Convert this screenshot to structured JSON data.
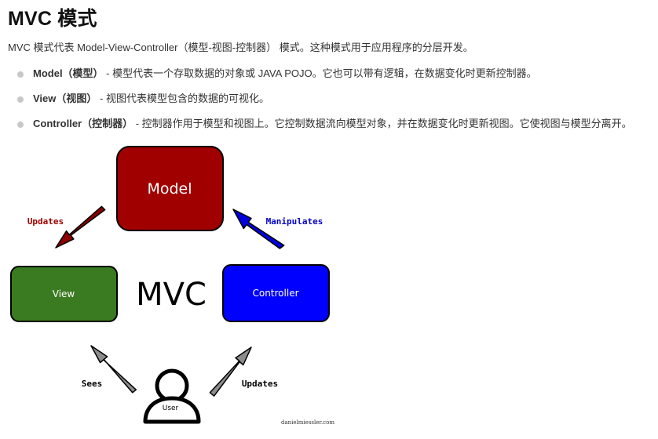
{
  "page": {
    "title": "MVC 模式",
    "intro": "MVC 模式代表 Model-View-Controller（模型-视图-控制器） 模式。这种模式用于应用程序的分层开发。"
  },
  "bullets": [
    {
      "term": "Model（模型）",
      "desc": " - 模型代表一个存取数据的对象或 JAVA POJO。它也可以带有逻辑，在数据变化时更新控制器。"
    },
    {
      "term": "View（视图）",
      "desc": " - 视图代表模型包含的数据的可视化。"
    },
    {
      "term": "Controller（控制器）",
      "desc": " - 控制器作用于模型和视图上。它控制数据流向模型对象，并在数据变化时更新视图。它使视图与模型分离开。"
    }
  ],
  "diagram": {
    "model_label": "Model",
    "view_label": "View",
    "controller_label": "Controller",
    "center_label": "MVC",
    "user_label": "User",
    "edge_updates_view": "Updates",
    "edge_manipulates": "Manipulates",
    "edge_sees": "Sees",
    "edge_updates_controller": "Updates",
    "credit": "danielmiessler.com",
    "colors": {
      "model": "#a00000",
      "view": "#3a7a20",
      "controller": "#0000ff",
      "arrow_updates_view": "#8b0000",
      "arrow_manipulates": "#0000dd",
      "arrow_user": "#8c8c8c",
      "label_updates_view": "#a00000",
      "label_manipulates": "#0000cc"
    }
  }
}
